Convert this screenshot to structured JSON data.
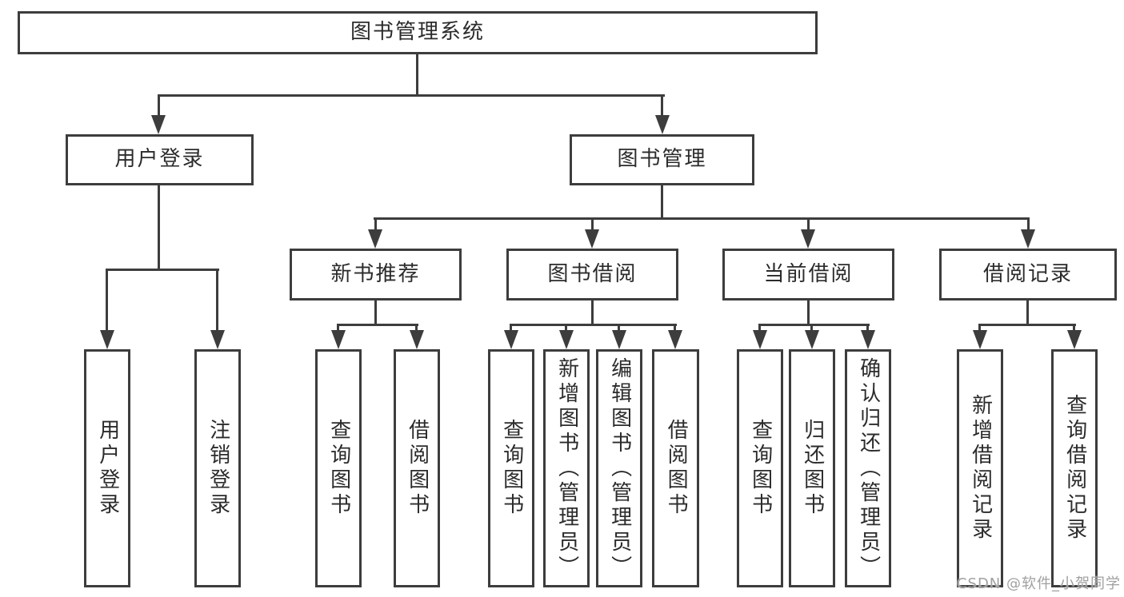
{
  "diagram": {
    "title": "图书管理系统",
    "root": {
      "label": "图书管理系统"
    },
    "level2": [
      {
        "id": "user-login",
        "label": "用户登录",
        "parent": "图书管理系统"
      },
      {
        "id": "book-management",
        "label": "图书管理",
        "parent": "图书管理系统"
      }
    ],
    "level3": [
      {
        "id": "new-book-recommend",
        "label": "新书推荐",
        "parent": "图书管理"
      },
      {
        "id": "book-borrow",
        "label": "图书借阅",
        "parent": "图书管理"
      },
      {
        "id": "current-borrow",
        "label": "当前借阅",
        "parent": "图书管理"
      },
      {
        "id": "borrow-records",
        "label": "借阅记录",
        "parent": "图书管理"
      }
    ],
    "leaves": [
      {
        "id": "leaf-user-login",
        "label": "用户登录",
        "parent": "用户登录"
      },
      {
        "id": "leaf-logout",
        "label": "注销登录",
        "parent": "用户登录"
      },
      {
        "id": "leaf-query-book-recommend",
        "label": "查询图书",
        "parent": "新书推荐"
      },
      {
        "id": "leaf-borrow-book-recommend",
        "label": "借阅图书",
        "parent": "新书推荐"
      },
      {
        "id": "leaf-query-book-borrow",
        "label": "查询图书",
        "parent": "图书借阅"
      },
      {
        "id": "leaf-add-book",
        "label": "新增图书（管理员）",
        "parent": "图书借阅"
      },
      {
        "id": "leaf-edit-book",
        "label": "编辑图书（管理员）",
        "parent": "图书借阅"
      },
      {
        "id": "leaf-borrow-book",
        "label": "借阅图书",
        "parent": "图书借阅"
      },
      {
        "id": "leaf-query-book-current",
        "label": "查询图书",
        "parent": "当前借阅"
      },
      {
        "id": "leaf-return-book",
        "label": "归还图书",
        "parent": "当前借阅"
      },
      {
        "id": "leaf-confirm-return",
        "label": "确认归还（管理员）",
        "parent": "当前借阅"
      },
      {
        "id": "leaf-add-borrow-record",
        "label": "新增借阅记录",
        "parent": "借阅记录"
      },
      {
        "id": "leaf-query-borrow-record",
        "label": "查询借阅记录",
        "parent": "借阅记录"
      }
    ]
  },
  "watermark": {
    "text": "CSDN @软件_小贺同学"
  },
  "colors": {
    "line": "#3d3d3d",
    "text": "#2b2b2b",
    "background": "#ffffff",
    "watermark": "#a0a0a0"
  }
}
